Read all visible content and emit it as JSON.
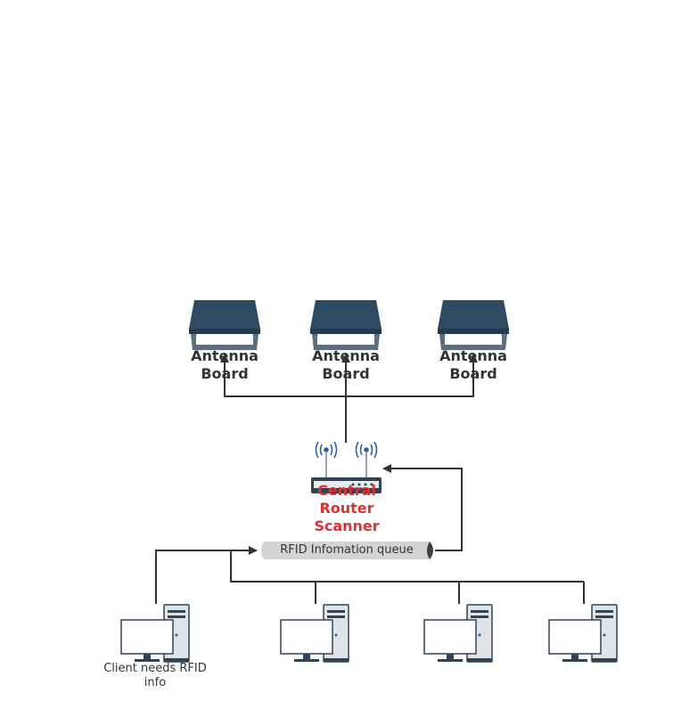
{
  "diagram": {
    "antennas": [
      {
        "label_line1": "Antenna",
        "label_line2": "Board"
      },
      {
        "label_line1": "Antenna",
        "label_line2": "Board"
      },
      {
        "label_line1": "Antenna",
        "label_line2": "Board"
      }
    ],
    "router": {
      "label_line1": "Central",
      "label_line2": "Router",
      "label_line3": "Scanner",
      "label_color": "#e03131"
    },
    "queue": {
      "label": "RFID Infomation queue"
    },
    "clients": [
      {
        "label_line1": "Client needs RFID",
        "label_line2": "info"
      }
    ],
    "colors": {
      "antenna_dark": "#2f4a63",
      "antenna_mid": "#5a6f82",
      "line": "#333333",
      "queue_fill": "#d3d3d3",
      "computer_case": "#dfe4e8",
      "computer_dark": "#2f4356",
      "signal": "#2b5ea7"
    }
  }
}
